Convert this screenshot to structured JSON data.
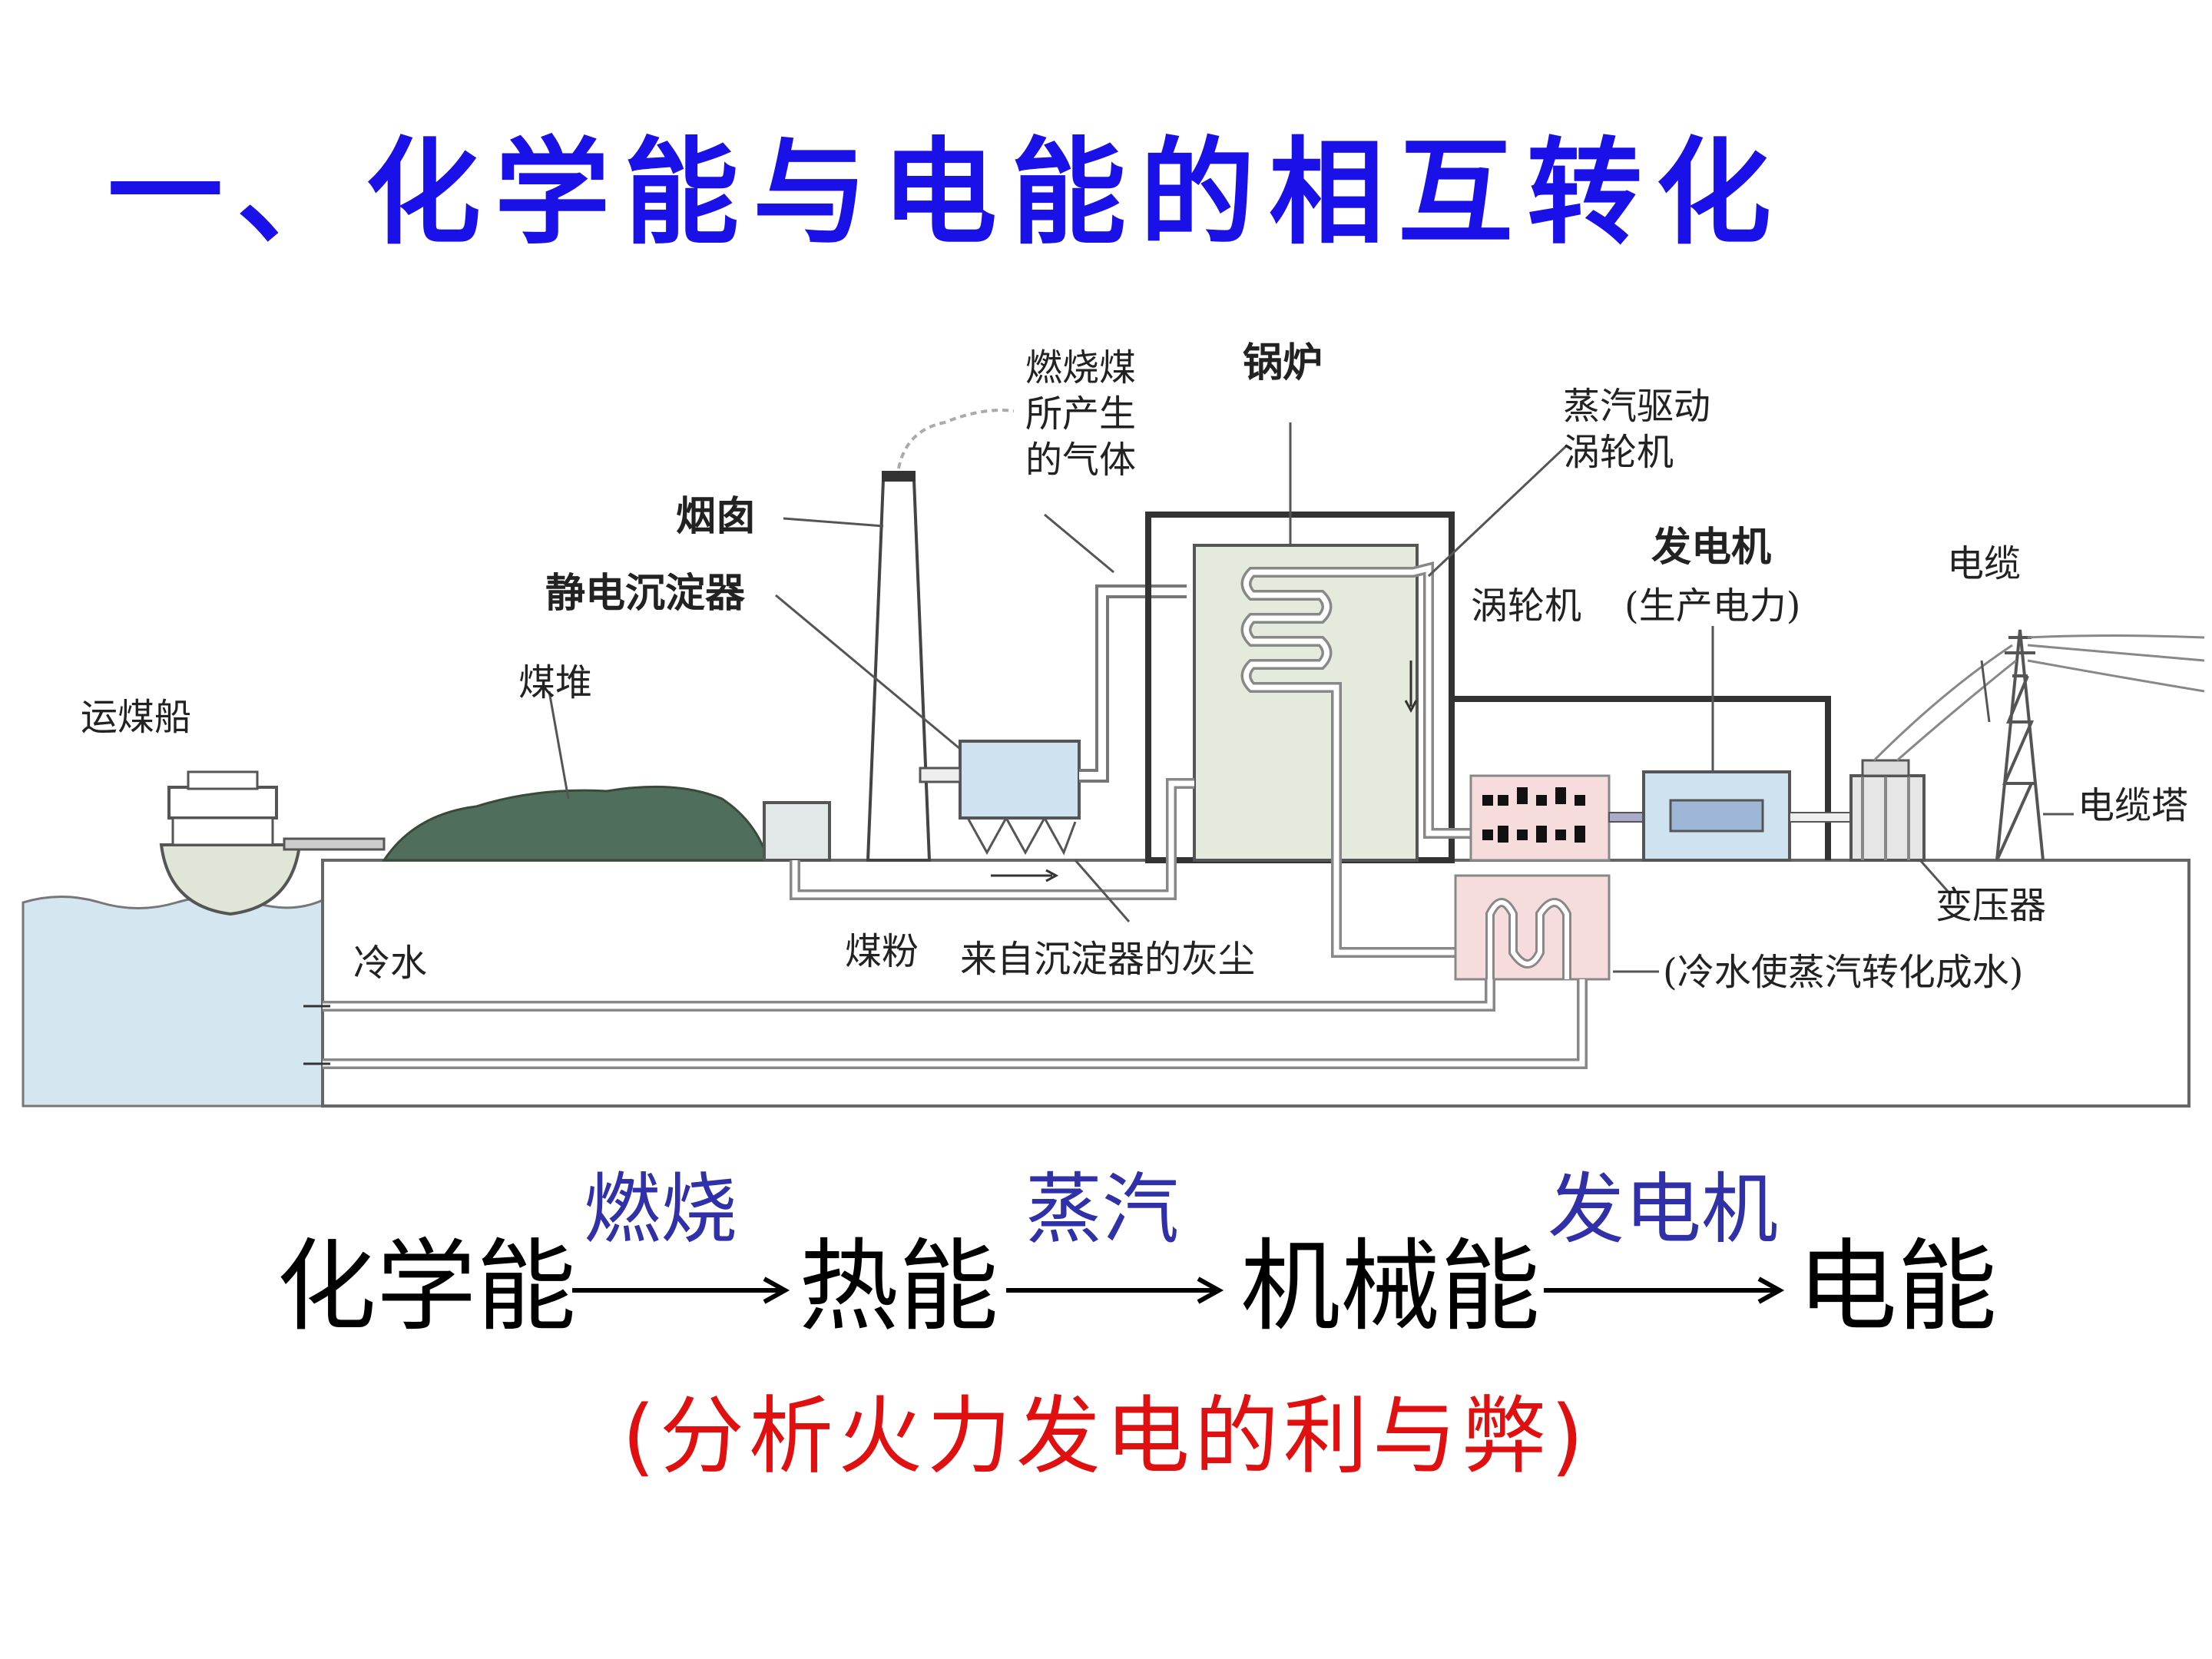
{
  "title": "一、化学能与电能的相互转化",
  "diagram": {
    "labels": {
      "ship": "运煤船",
      "coal_pile": "煤堆",
      "chimney": "烟囱",
      "precipitator": "静电沉淀器",
      "gas_line1": "燃烧煤",
      "gas_line2": "所产生",
      "gas_line3": "的气体",
      "boiler": "锅炉",
      "steam_line1": "蒸汽驱动",
      "steam_line2": "涡轮机",
      "turbine": "涡轮机",
      "generator": "发电机",
      "generator_note": "(生产电力)",
      "cable": "电缆",
      "cable_tower": "电缆塔",
      "transformer": "变压器",
      "cold_water": "冷水",
      "coal_powder": "煤粉",
      "ash": "来自沉淀器的灰尘",
      "condenser": "(冷水使蒸汽转化成水)"
    }
  },
  "flow": {
    "stages": [
      "化学能",
      "热能",
      "机械能",
      "电能"
    ],
    "processes": [
      "燃烧",
      "蒸汽",
      "发电机"
    ]
  },
  "note": "(分析火力发电的利与弊)",
  "colors": {
    "title": "#1a10e8",
    "process": "#3030a8",
    "note": "#e01010",
    "water": "#d4e6f0",
    "coal": "#4f6e5c",
    "boiler_fill": "#e4ebdc",
    "unit_fill": "#cfe2ef"
  }
}
